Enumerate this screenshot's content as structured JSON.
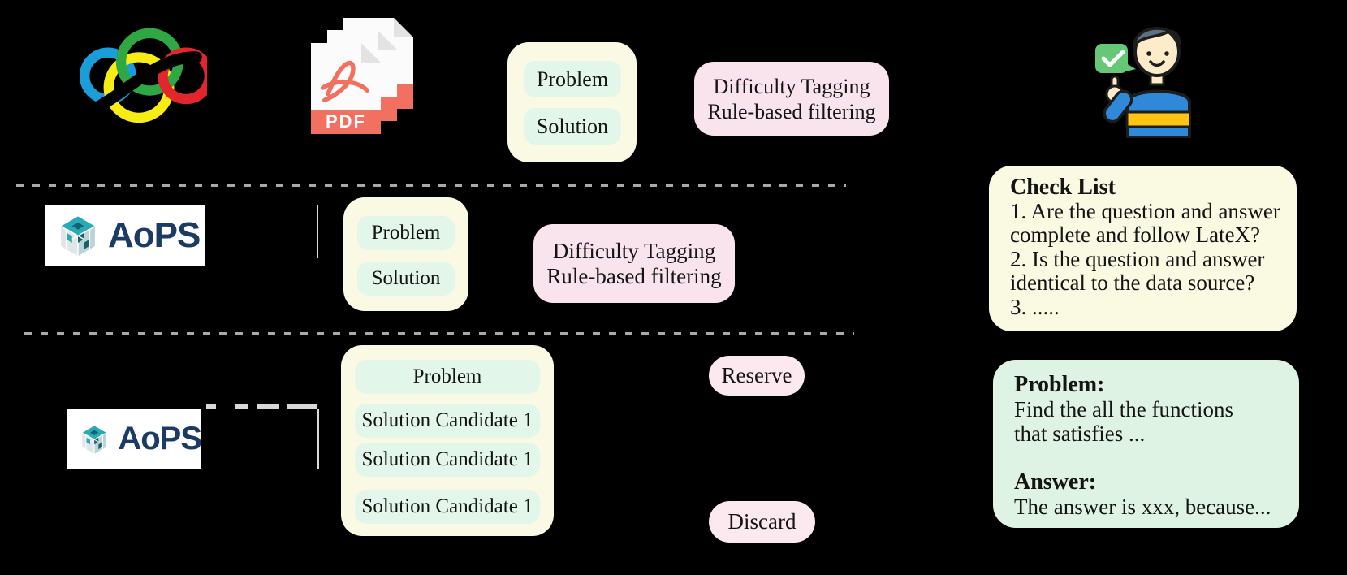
{
  "colors": {
    "background": "#000000",
    "cream_box": "#FAFAE4",
    "mint_pill": "#E3F6EA",
    "green_example_box": "#DEF3E4",
    "pink_box": "#F9E3ED",
    "pink_pill": "#FBE9EF",
    "dash_line": "#A9A9A9",
    "aops_navy": "#1C3B64",
    "aops_teal": "#2AA9B7",
    "pdf_salmon": "#F2705F",
    "imo_blue": "#1B9DD9",
    "imo_green": "#2FA843",
    "imo_red": "#E3262C",
    "imo_yellow": "#F7EC13"
  },
  "icons": {
    "imo_logo": "imo-rings-icon",
    "pdf_file": "pdf-file-icon",
    "human_reviewer": "human-reviewer-icon",
    "aops_cube": "aops-cube-icon",
    "check_bubble": "checkmark-bubble-icon"
  },
  "row1": {
    "pdf_label": "PDF",
    "pair_box": {
      "problem": "Problem",
      "solution": "Solution"
    },
    "filter_box": {
      "line1": "Difficulty Tagging",
      "line2": "Rule-based filtering"
    }
  },
  "row2": {
    "aops_wordmark": "AoPS",
    "pair_box": {
      "problem": "Problem",
      "solution": "Solution"
    },
    "filter_box": {
      "line1": "Difficulty Tagging",
      "line2": "Rule-based filtering"
    },
    "checklist": {
      "title": "Check List",
      "lines": [
        "1. Are the question and answer",
        "complete and follow LateX?",
        "2. Is the question and answer",
        "identical to the data source?",
        "3. ....."
      ]
    }
  },
  "row3": {
    "aops_wordmark": "AoPS",
    "candidates": [
      "Problem",
      "Solution Candidate 1",
      "Solution Candidate 1",
      "Solution Candidate 1"
    ],
    "reserve_label": "Reserve",
    "discard_label": "Discard",
    "example": {
      "problem_label": "Problem:",
      "problem_lines": [
        "Find the all the functions",
        "that satisfies ..."
      ],
      "answer_label": "Answer:",
      "answer_line": "The answer is xxx, because..."
    }
  }
}
